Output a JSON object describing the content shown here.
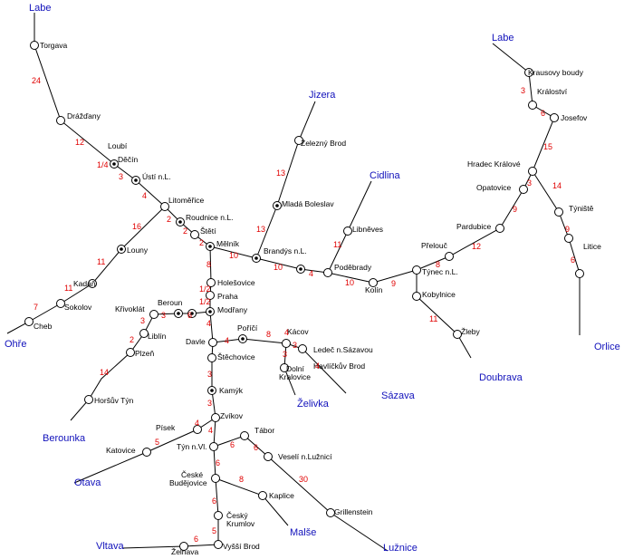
{
  "colors": {
    "river_name": "#1111bb",
    "distance": "#e00000",
    "line": "#000000"
  },
  "rivers": [
    "Labe",
    "Jizera",
    "Cidlina",
    "Labe",
    "Ohře",
    "Berounka",
    "Otava",
    "Želivka",
    "Sázava",
    "Doubrava",
    "Orlice",
    "Lužnice",
    "Malše",
    "Vltava"
  ],
  "stations": [
    "Torgava",
    "Drážďany",
    "Loubí",
    "Děčín",
    "Ústí n.L.",
    "Litoměřice",
    "Roudnice n.L.",
    "Štětí",
    "Mělník",
    "Louny",
    "Kadaň",
    "Sokolov",
    "Cheb",
    "Holešovice",
    "Praha",
    "Modřany",
    "Beroun",
    "Křivoklát",
    "Liblín",
    "Plzeň",
    "Horšův Týn",
    "Davle",
    "Poříčí",
    "Kácov",
    "Ledeč n.Sázavou",
    "Havlíčkův Brod",
    "Dolní",
    "Kralovice",
    "Štěchovice",
    "Kamýk",
    "Zvíkov",
    "Písek",
    "Katovice",
    "Týn n.Vl.",
    "Tábor",
    "Veselí n.Lužnicí",
    "České",
    "Budějovice",
    "Kaplice",
    "Grillenstein",
    "Český",
    "Krumlov",
    "Vyšší Brod",
    "Železný Brod",
    "Mladá Boleslav",
    "Brandýs n.L.",
    "Poděbrady",
    "Libněves",
    "Kolín",
    "Týnec n.L.",
    "Přelouč",
    "Kobylnice",
    "Žleby",
    "Pardubice",
    "Opatovice",
    "Hradec Králové",
    "Josefov",
    "Králoství",
    "Krausovy boudy",
    "Týniště",
    "Litice",
    "Želnava"
  ],
  "distances": [
    "24",
    "12",
    "1/4",
    "3",
    "4",
    "16",
    "2",
    "2",
    "2",
    "10",
    "11",
    "11",
    "7",
    "8",
    "1/2",
    "1/2",
    "4",
    "4",
    "6",
    "3",
    "3",
    "2",
    "14",
    "4",
    "8",
    "3",
    "3",
    "4",
    "3",
    "3",
    "4",
    "4",
    "5",
    "6",
    "6",
    "6",
    "30",
    "8",
    "6",
    "5",
    "6",
    "13",
    "13",
    "10",
    "4",
    "11",
    "10",
    "9",
    "8",
    "11",
    "12",
    "9",
    "3",
    "15",
    "6",
    "3",
    "14",
    "9",
    "6"
  ]
}
